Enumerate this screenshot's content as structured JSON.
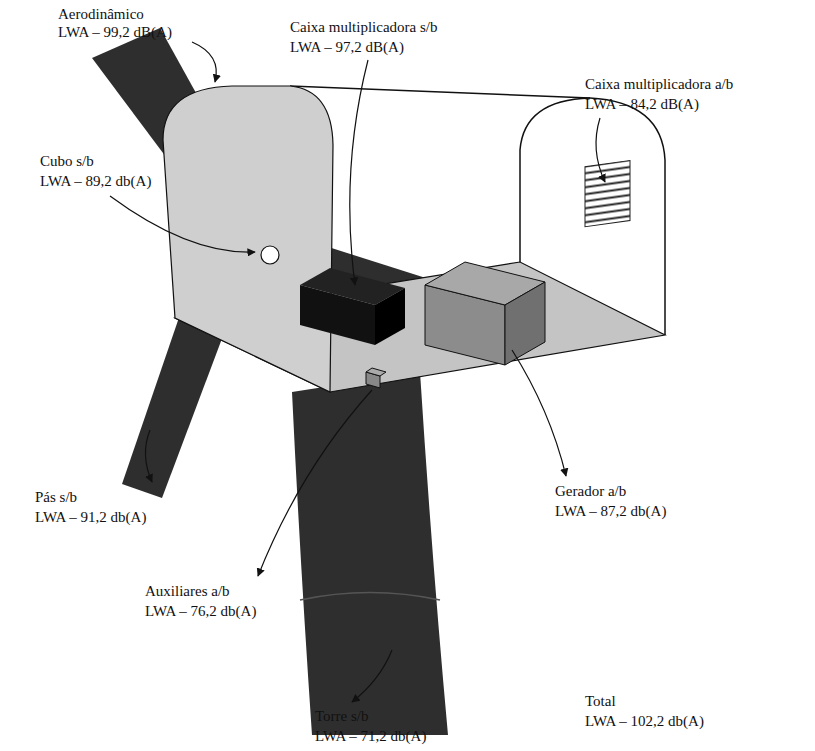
{
  "diagram": {
    "labels": [
      "Aerodinâmico",
      "LWA – 99,2 dB(A)",
      "Caixa multiplicadora s/b",
      "LWA – 97,2 dB(A)",
      "Caixa multiplicadora a/b",
      "LWA – 84,2 dB(A)",
      "Cubo s/b",
      "LWA – 89,2 db(A)",
      "Pás s/b",
      "LWA – 91,2 db(A)",
      "Gerador a/b",
      "LWA – 87,2 db(A)",
      "Auxiliares a/b",
      "LWA – 76,2 db(A)",
      "Torre s/b",
      "LWA – 71,2 db(A)",
      "Total",
      "LWA – 102,2 db(A)"
    ]
  }
}
